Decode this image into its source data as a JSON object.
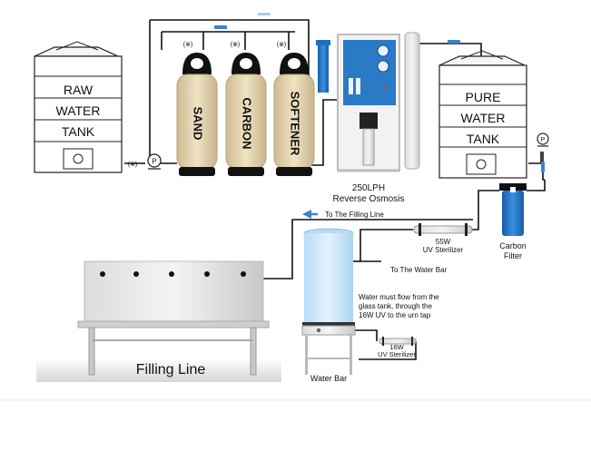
{
  "raw_tank": {
    "lines": [
      "RAW",
      "WATER",
      "TANK"
    ]
  },
  "pure_tank": {
    "lines": [
      "PURE",
      "WATER",
      "TANK"
    ]
  },
  "filter_vessels": [
    {
      "label": "SAND",
      "color": "#e8d9b5"
    },
    {
      "label": "CARBON",
      "color": "#e8d9b5"
    },
    {
      "label": "SOFTENER",
      "color": "#e8d9b5"
    }
  ],
  "ro_unit": {
    "capacity": "250LPH",
    "name": "Reverse Osmosis"
  },
  "uv_large": {
    "power": "55W",
    "name": "UV Sterilizer"
  },
  "uv_small": {
    "power": "16W",
    "name": "UV Sterilizer"
  },
  "carbon_filter": {
    "lines": [
      "Carbon",
      "Filter"
    ]
  },
  "labels": {
    "to_filling_line": "To The Filling Line",
    "to_water_bar": "To The Water Bar",
    "filling_line": "Filling Line",
    "water_bar": "Water Bar",
    "note": [
      "Water must flow from the",
      "glass tank, through the",
      "16W UV to the urn tap"
    ]
  },
  "pump_symbol": "P",
  "valve_symbol": "(⊗)",
  "colors": {
    "pipe": "#111111",
    "flow_arrow": "#3b83c8",
    "flow_arrow_light": "#9fd3ef",
    "ro_body": "#2a7ac6",
    "ro_frame": "#cfcfcf",
    "filter_blue": "#1f6fc3",
    "glass_tank": "#c9e6fb"
  }
}
